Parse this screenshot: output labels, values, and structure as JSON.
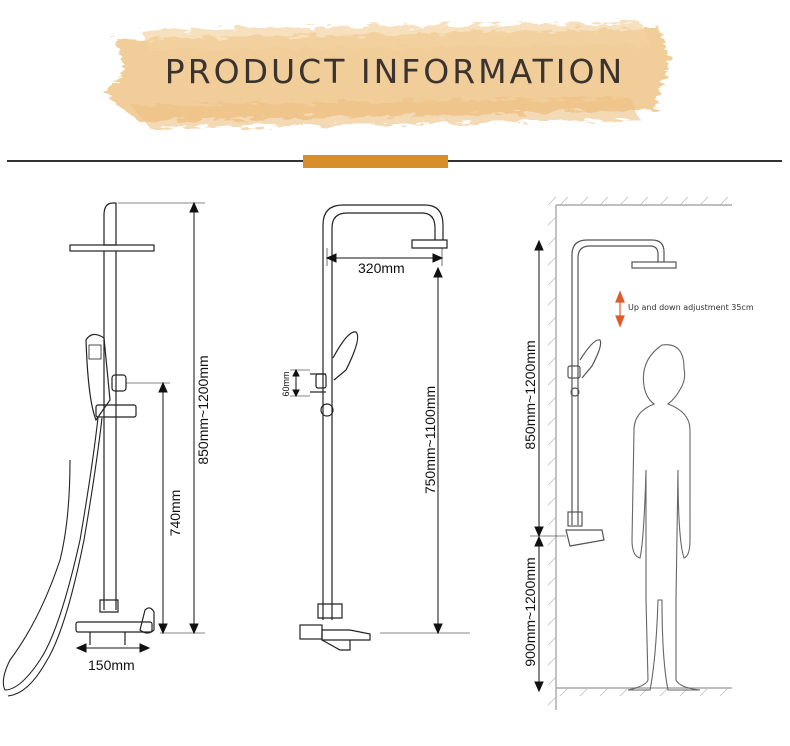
{
  "header": {
    "title": "PRODUCT INFORMATION",
    "banner_color": "#f0c98e",
    "accent_color": "#d98e2c"
  },
  "figure1": {
    "height_label": "850mm~1200mm",
    "handle_height_label": "740mm",
    "width_label": "150mm"
  },
  "figure2": {
    "arm_label": "320mm",
    "pipe_label": "750mm~1100mm",
    "holder_label": "60mm"
  },
  "figure3": {
    "adjust_note": "Up and down adjustment 35cm",
    "upper_label": "850mm~1200mm",
    "lower_label": "900mm~1200mm",
    "arrow_color": "#e05a2a"
  }
}
